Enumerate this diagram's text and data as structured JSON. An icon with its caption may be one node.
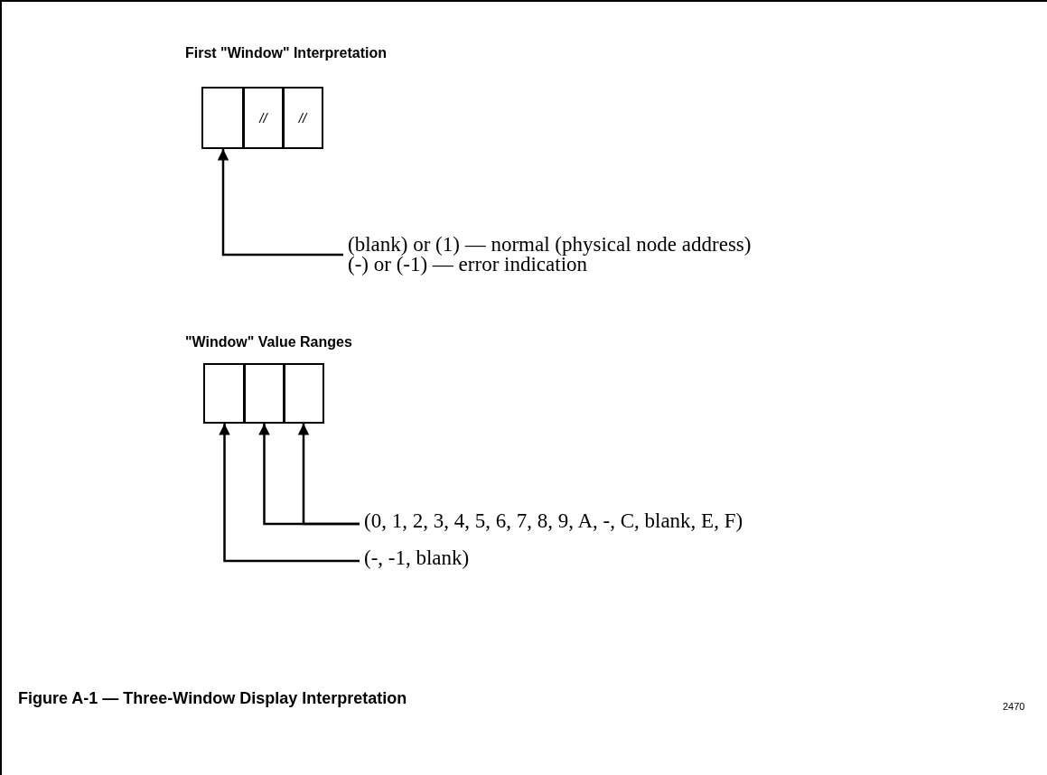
{
  "diagram": {
    "caption": "Figure A-1 — Three-Window Display Interpretation",
    "nodes": [
      {
        "text": [],
        "shape": "box"
      },
      {
        "text": [
          "//"
        ]
      },
      {
        "text": [
          "//"
        ]
      },
      {
        "text": [
          "(blank) or (1) — normal (physical node address)",
          "(-) or (-1) — error indication"
        ]
      },
      {
        "text": [],
        "shape": "box"
      },
      {
        "text": [],
        "shape": "box"
      },
      {
        "text": [],
        "shape": "box"
      },
      {
        "text": [
          "(0, 1, 2, 3, 4, 5, 6, 7, 8, 9, A, -, C, blank, E, F)"
        ]
      },
      {
        "text": [
          "(-, -1, blank)"
        ]
      }
    ],
    "edges": [
      {
        "from": 3,
        "to": 0,
        "arrow": "to"
      },
      {
        "from": 7,
        "to": 5,
        "arrow": "to"
      },
      {
        "from": 7,
        "to": 6,
        "arrow": "to"
      },
      {
        "from": 8,
        "to": 4,
        "arrow": "to"
      }
    ],
    "labels": [
      "First \"Window\" Interpretation",
      "\"Window\" Value Ranges",
      "2470"
    ]
  }
}
